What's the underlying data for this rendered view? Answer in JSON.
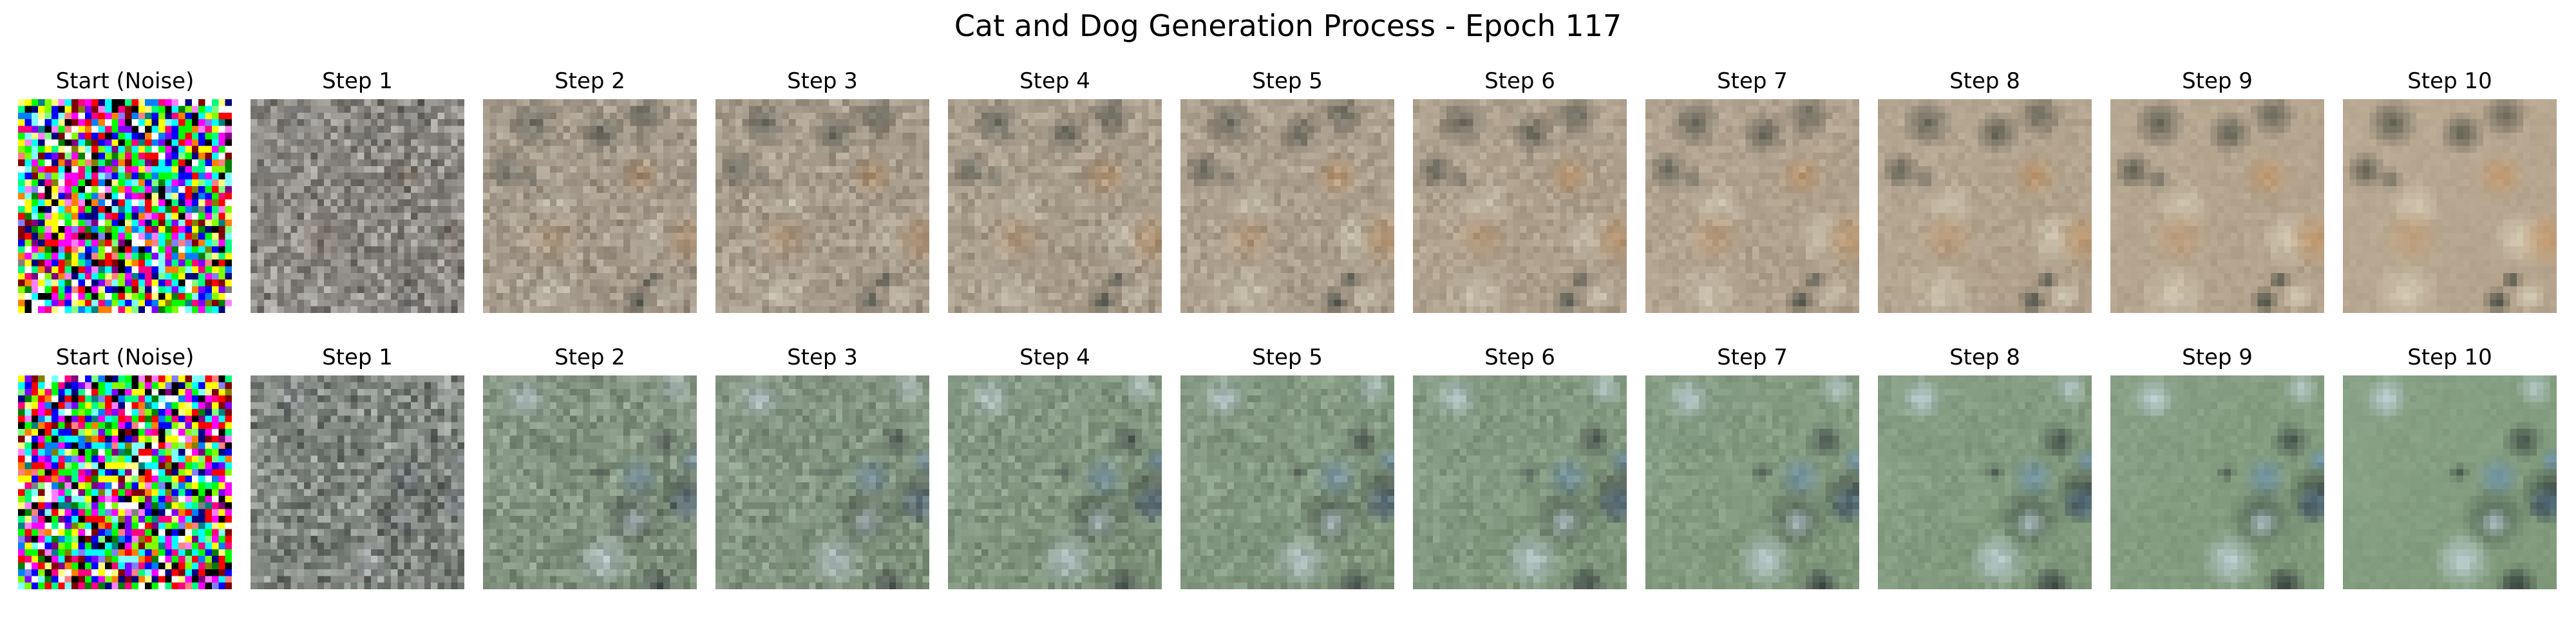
{
  "figure": {
    "title": "Cat and Dog Generation Process - Epoch 117"
  },
  "rows": [
    {
      "panels": [
        {
          "title": "Start (Noise)",
          "stage": 0
        },
        {
          "title": "Step 1",
          "stage": 1
        },
        {
          "title": "Step 2",
          "stage": 2
        },
        {
          "title": "Step 3",
          "stage": 3
        },
        {
          "title": "Step 4",
          "stage": 4
        },
        {
          "title": "Step 5",
          "stage": 5
        },
        {
          "title": "Step 6",
          "stage": 6
        },
        {
          "title": "Step 7",
          "stage": 7
        },
        {
          "title": "Step 8",
          "stage": 8
        },
        {
          "title": "Step 9",
          "stage": 9
        },
        {
          "title": "Step 10",
          "stage": 10
        }
      ],
      "palette": {
        "background": "#b6a48c",
        "dark": "#3a3f35",
        "light": "#e8e0c8",
        "accent": "#c89a6a"
      }
    },
    {
      "panels": [
        {
          "title": "Start (Noise)",
          "stage": 0
        },
        {
          "title": "Step 1",
          "stage": 1
        },
        {
          "title": "Step 2",
          "stage": 2
        },
        {
          "title": "Step 3",
          "stage": 3
        },
        {
          "title": "Step 4",
          "stage": 4
        },
        {
          "title": "Step 5",
          "stage": 5
        },
        {
          "title": "Step 6",
          "stage": 6
        },
        {
          "title": "Step 7",
          "stage": 7
        },
        {
          "title": "Step 8",
          "stage": 8
        },
        {
          "title": "Step 9",
          "stage": 9
        },
        {
          "title": "Step 10",
          "stage": 10
        }
      ],
      "palette": {
        "background": "#7e9a78",
        "dark": "#2e3a36",
        "light": "#c8dce4",
        "accent": "#6a94b8"
      }
    }
  ]
}
